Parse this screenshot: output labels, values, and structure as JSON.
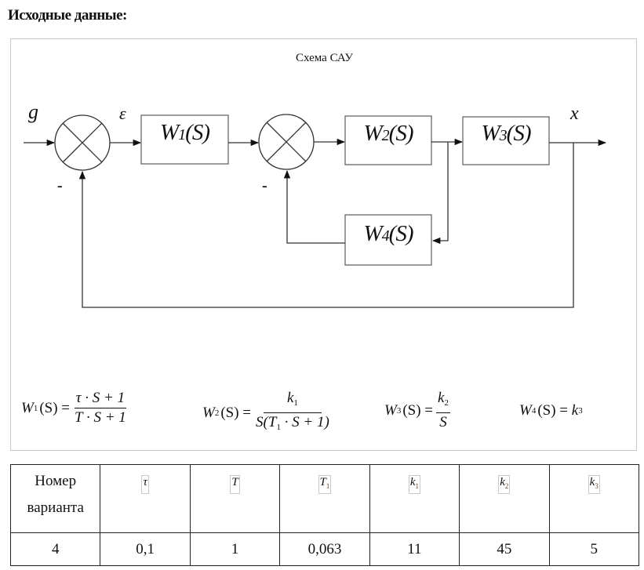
{
  "heading": "Исходные данные:",
  "scheme": {
    "title": "Схема САУ",
    "signals": {
      "input": "g",
      "error": "ε",
      "output": "x",
      "minus1": "-",
      "minus2": "-"
    },
    "blocks": [
      {
        "name": "W",
        "sub": "1",
        "arg": "(S)"
      },
      {
        "name": "W",
        "sub": "2",
        "arg": "(S)"
      },
      {
        "name": "W",
        "sub": "3",
        "arg": "(S)"
      },
      {
        "name": "W",
        "sub": "4",
        "arg": "(S)"
      }
    ]
  },
  "formulas": {
    "w1": {
      "lhs": "W",
      "sub": "1",
      "arg": "(S) =",
      "num": "τ · S + 1",
      "den": "T · S + 1"
    },
    "w2": {
      "lhs": "W",
      "sub": "2",
      "arg": "(S) =",
      "num_var": "k",
      "num_sub": "1",
      "den_pre": "S(T",
      "den_sub": "1",
      "den_post": " · S + 1)"
    },
    "w3": {
      "lhs": "W",
      "sub": "3",
      "arg": "(S) =",
      "num_var": "k",
      "num_sub": "2",
      "den": "S"
    },
    "w4": {
      "lhs": "W",
      "sub": "4",
      "arg": "(S) = ",
      "rhs_var": "k",
      "rhs_sub": "3"
    }
  },
  "table": {
    "header": {
      "variant_line1": "Номер",
      "variant_line2": "варианта",
      "params": [
        {
          "sym": "τ",
          "sub": ""
        },
        {
          "sym": "T",
          "sub": ""
        },
        {
          "sym": "T",
          "sub": "1"
        },
        {
          "sym": "k",
          "sub": "1"
        },
        {
          "sym": "k",
          "sub": "2"
        },
        {
          "sym": "k",
          "sub": "3"
        }
      ]
    },
    "rows": [
      {
        "variant": "4",
        "values": [
          "0,1",
          "1",
          "0,063",
          "11",
          "45",
          "5"
        ]
      }
    ]
  }
}
